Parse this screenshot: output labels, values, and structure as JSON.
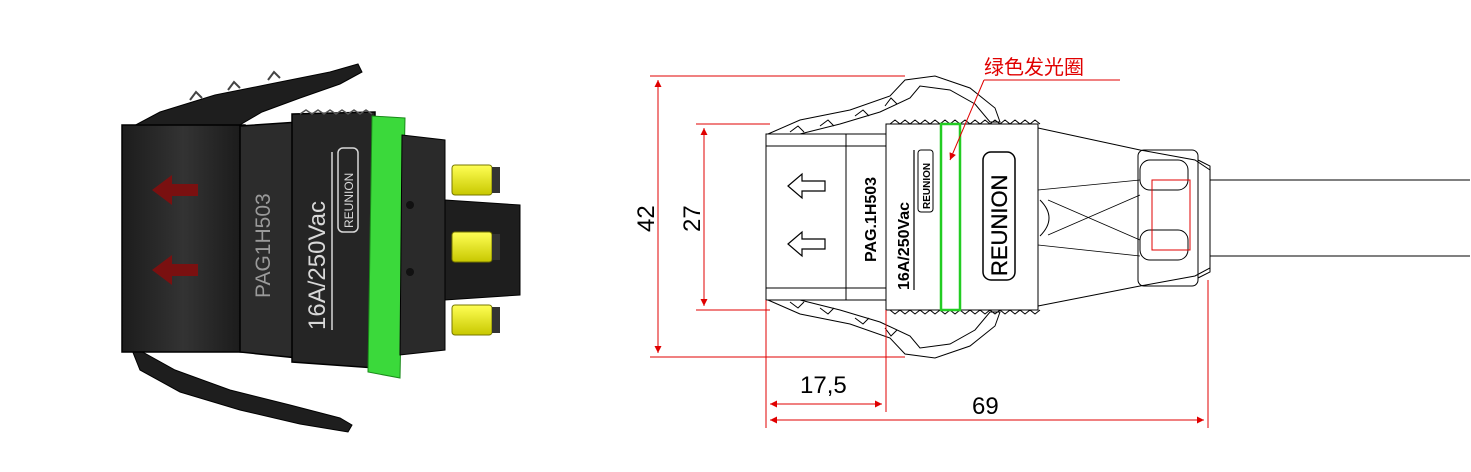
{
  "render": {
    "part_number": "PAG1H503",
    "rating": "16A/250Vac",
    "brand_badge": "REUNION"
  },
  "drawing": {
    "part_number": "PAG.1H503",
    "rating": "16A/250Vac",
    "brand_badge": "REUNION",
    "brand_large": "REUNION",
    "annotation": "绿色发光圈",
    "dimensions": {
      "overall_height": "42",
      "body_height": "27",
      "latch_length": "17,5",
      "overall_length": "69"
    }
  },
  "colors": {
    "green_ring": "#3bd93b",
    "annotation_red": "#e00000",
    "body_dark": "#2a2a2a",
    "contact_yellow": "#e6e600",
    "arrow_red": "#7a1010"
  }
}
